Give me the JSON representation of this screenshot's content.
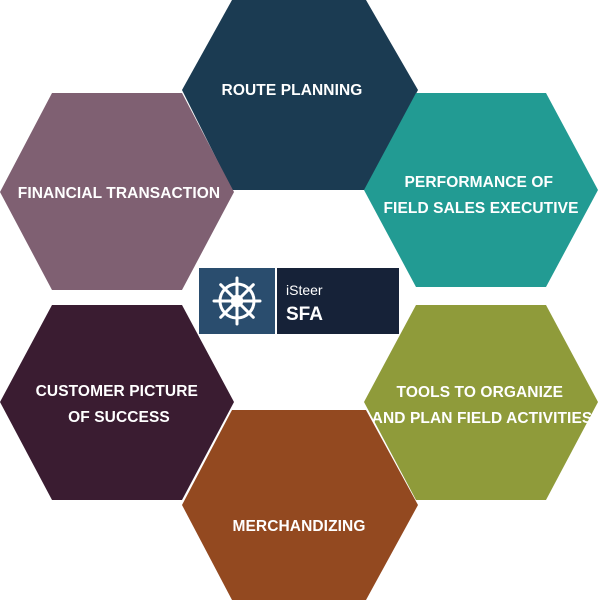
{
  "hexagons": [
    {
      "id": "route-planning",
      "lines": [
        "ROUTE PLANNING"
      ],
      "color": "#1b3b52"
    },
    {
      "id": "performance",
      "lines": [
        "PERFORMANCE OF",
        "FIELD SALES EXECUTIVE"
      ],
      "color": "#229b93"
    },
    {
      "id": "tools",
      "lines": [
        "TOOLS TO ORGANIZE",
        "AND PLAN FIELD ACTIVITIES"
      ],
      "color": "#8f9b3a"
    },
    {
      "id": "merchandizing",
      "lines": [
        "MERCHANDIZING"
      ],
      "color": "#934920"
    },
    {
      "id": "customer-picture",
      "lines": [
        "CUSTOMER PICTURE",
        "OF SUCCESS"
      ],
      "color": "#3a1c31"
    },
    {
      "id": "financial-transaction",
      "lines": [
        "FINANCIAL TRANSACTION"
      ],
      "color": "#7f6072"
    }
  ],
  "logo": {
    "icon": "ship-wheel-icon",
    "title": "iSteer",
    "subtitle": "SFA",
    "icon_bg": "#2a4d6e",
    "text_bg": "#162238"
  }
}
